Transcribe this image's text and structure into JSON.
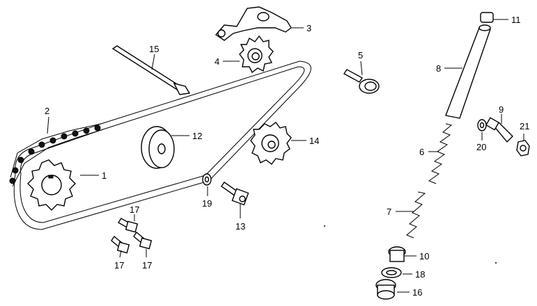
{
  "callouts": {
    "c1": "1",
    "c2": "2",
    "c3": "3",
    "c4": "4",
    "c5": "5",
    "c6": "6",
    "c7": "7",
    "c8": "8",
    "c9": "9",
    "c10": "10",
    "c11": "11",
    "c12": "12",
    "c13": "13",
    "c14": "14",
    "c15": "15",
    "c16": "16",
    "c17a": "17",
    "c17b": "17",
    "c17c": "17",
    "c18": "18",
    "c19": "19",
    "c20": "20",
    "c21": "21"
  }
}
